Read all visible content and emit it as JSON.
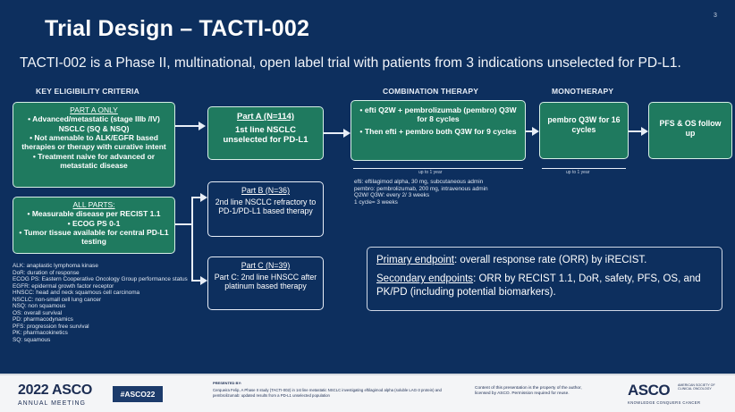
{
  "slide": {
    "title": "Trial Design – TACTI-002",
    "page_number": "3",
    "subtitle": "TACTI-002 is a Phase II, multinational, open label trial with patients from 3 indications unselected for PD-L1."
  },
  "headers": {
    "eligibility": "KEY ELIGIBILITY CRITERIA",
    "combination": "COMBINATION THERAPY",
    "monotherapy": "MONOTHERAPY"
  },
  "eligibility": {
    "part_a_title": "PART A ONLY",
    "part_a_items": [
      "• Advanced/metastatic (stage IIIb /IV) NSCLC (SQ & NSQ)",
      "• Not amenable to ALK/EGFR based therapies or therapy with curative intent",
      "• Treatment naive for advanced or metastatic disease"
    ],
    "all_parts_title": "ALL PARTS:",
    "all_parts_items": [
      "• Measurable disease per RECIST 1.1",
      "• ECOG PS 0-1",
      "• Tumor tissue available for central PD-L1 testing"
    ]
  },
  "parts": {
    "a": {
      "title": "Part A (N=114)",
      "desc": "1st line NSCLC unselected for PD-L1"
    },
    "b": {
      "title": "Part B (N=36)",
      "desc": "2nd line NSCLC refractory to PD-1/PD-L1 based therapy"
    },
    "c": {
      "title": "Part C (N=39)",
      "desc": "Part C: 2nd line HNSCC after platinum based therapy"
    }
  },
  "combination": {
    "line1": "• efti Q2W + pembrolizumab (pembro) Q3W for 8 cycles",
    "line2": "• Then efti + pembro both Q3W for 9 cycles",
    "duration": "up to 1 year",
    "notes": [
      "efti: eftilagimod alpha, 30 mg, subcutaneous admin",
      "pembro: pembrolizumab, 200 mg, intravenous admin",
      "Q2W/ Q3W: every 2/ 3 weeks",
      "1 cycle= 3 weeks"
    ]
  },
  "monotherapy": {
    "text": "pembro Q3W for 16 cycles",
    "duration": "up to 1 year"
  },
  "followup": {
    "text": "PFS & OS follow up"
  },
  "endpoints": {
    "primary_label": "Primary endpoint",
    "primary_text": ": overall response rate (ORR) by iRECIST.",
    "secondary_label": "Secondary endpoints",
    "secondary_text": ": ORR by RECIST 1.1, DoR, safety, PFS, OS, and PK/PD (including potential biomarkers)."
  },
  "abbreviations": [
    "ALK: anaplastic lymphoma kinase",
    "DoR: duration of response",
    "ECOG PS: Eastern Cooperative Oncology Group performance status",
    "EGFR: epidermal growth factor receptor",
    "HNSCC: head and neck squamous cell carcinoma",
    "NSCLC: non-small cell lung cancer",
    "NSQ: non squamous",
    "OS: overall survival",
    "PD: pharmacodynamics",
    "PFS: progression free survival",
    "PK: pharmacokinetics",
    "SQ: squamous"
  ],
  "footer": {
    "year_brand": "2022 ASCO",
    "meeting": "ANNUAL MEETING",
    "hashtag": "#ASCO22",
    "presented_by": "PRESENTED BY:",
    "citation": "Cerqueira Felip, A Phase II study (TACTI-002) in 1st line metastatic NSCLC investigating eftilagimod alpha (soluble LAG-3 protein) and pembrolizumab: updated results from a PD-L1 unselected population",
    "rights": "Content of this presentation is the property of the author, licensed by ASCO. Permission required for reuse.",
    "asco": "ASCO",
    "asco_sub": "AMERICAN SOCIETY OF CLINICAL ONCOLOGY",
    "tagline": "KNOWLEDGE CONQUERS CANCER"
  },
  "colors": {
    "background": "#0d2f5e",
    "green_box": "#1f7a5f",
    "footer_bg": "#f4f5f7",
    "footer_text": "#1b2c52"
  }
}
